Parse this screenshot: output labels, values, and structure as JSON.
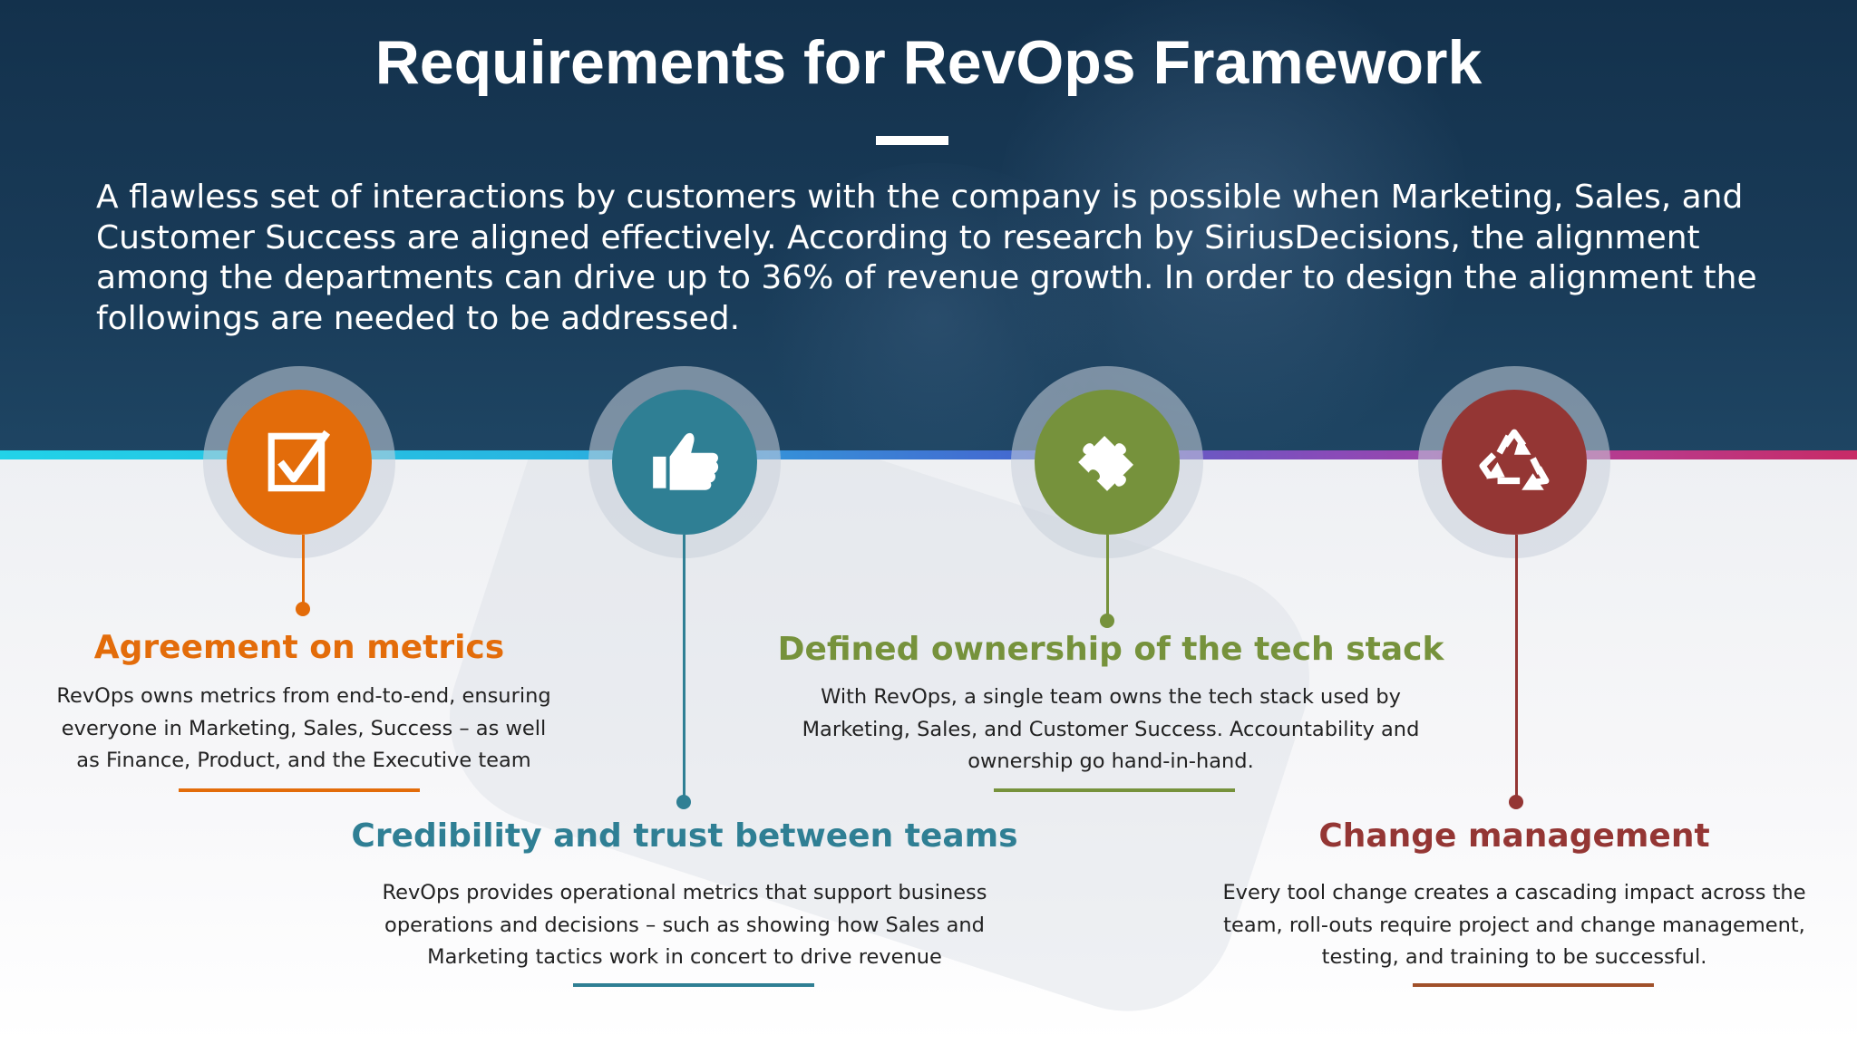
{
  "slide": {
    "title": "Requirements for RevOps Framework",
    "intro": "A flawless set of interactions by customers with the company is possible when Marketing, Sales, and Customer Success are aligned effectively. According to research by SiriusDecisions, the alignment among the departments can drive up to 36% of revenue growth. In order to design the alignment the followings are needed to be addressed."
  },
  "items": [
    {
      "heading": "Agreement on metrics",
      "text": "RevOps owns metrics from end-to-end, ensuring everyone in Marketing, Sales, Success – as well as Finance, Product, and the Executive team",
      "color": "#e36c0a",
      "icon": "checkbox-icon"
    },
    {
      "heading": "Credibility and trust between teams",
      "text": "RevOps provides operational metrics that support business operations and decisions – such as showing how Sales and Marketing tactics work in concert to drive revenue",
      "color": "#2f7f94",
      "icon": "thumbs-up-icon"
    },
    {
      "heading": "Defined ownership of the tech stack",
      "text": "With RevOps, a single team owns the tech stack used by Marketing, Sales, and Customer Success. Accountability and ownership go hand-in-hand.",
      "color": "#76923c",
      "icon": "puzzle-piece-icon"
    },
    {
      "heading": "Change management",
      "text": "Every tool change creates a cascading impact across the team, roll-outs require project and change management, testing, and training to be successful.",
      "color": "#943634",
      "icon": "recycle-icon"
    }
  ]
}
